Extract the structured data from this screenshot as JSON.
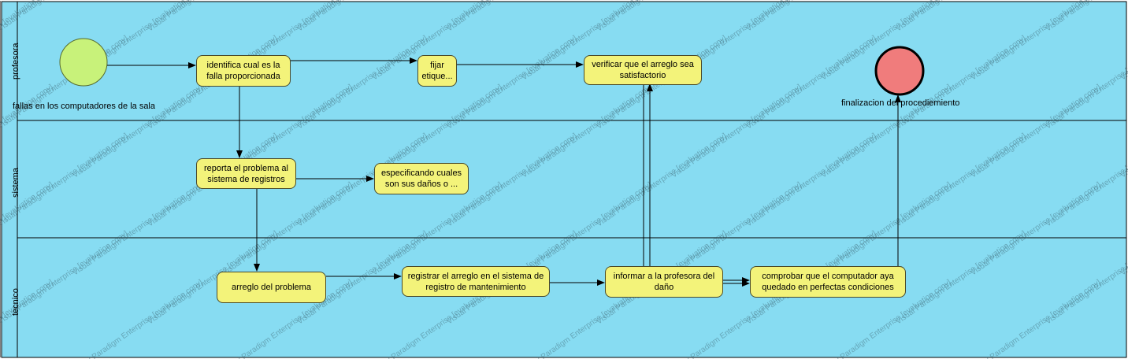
{
  "colors": {
    "lane_bg": "#87dcf2",
    "node_fill": "#f3f37a",
    "start_fill": "#c8f27a",
    "end_fill": "#f07c7c"
  },
  "lanes": [
    {
      "label": "profesora"
    },
    {
      "label": "sistema"
    },
    {
      "label": "tecnico"
    }
  ],
  "start_node": {
    "caption": "fallas en los computadores de la sala"
  },
  "end_node": {
    "caption": "finalizacion del procediemiento"
  },
  "actions": {
    "identifica": "identifica cual es la falla proporcionada",
    "fijar": "fijar etique...",
    "verificar": "verificar que el arreglo sea satisfactorio",
    "reporta": "reporta el problema  al sistema de registros",
    "especificando": "especificando cuales son sus daños o ...",
    "arreglo": "arreglo del problema",
    "registrar": "registrar el arreglo en el sistema de registro de mantenimiento",
    "informar": "informar a la profesora del daño",
    "comprobar": "comprobar que el computador aya quedado en perfectas condiciones"
  },
  "watermark": "Visual Paradigm Enterprise [evaluation copy]"
}
